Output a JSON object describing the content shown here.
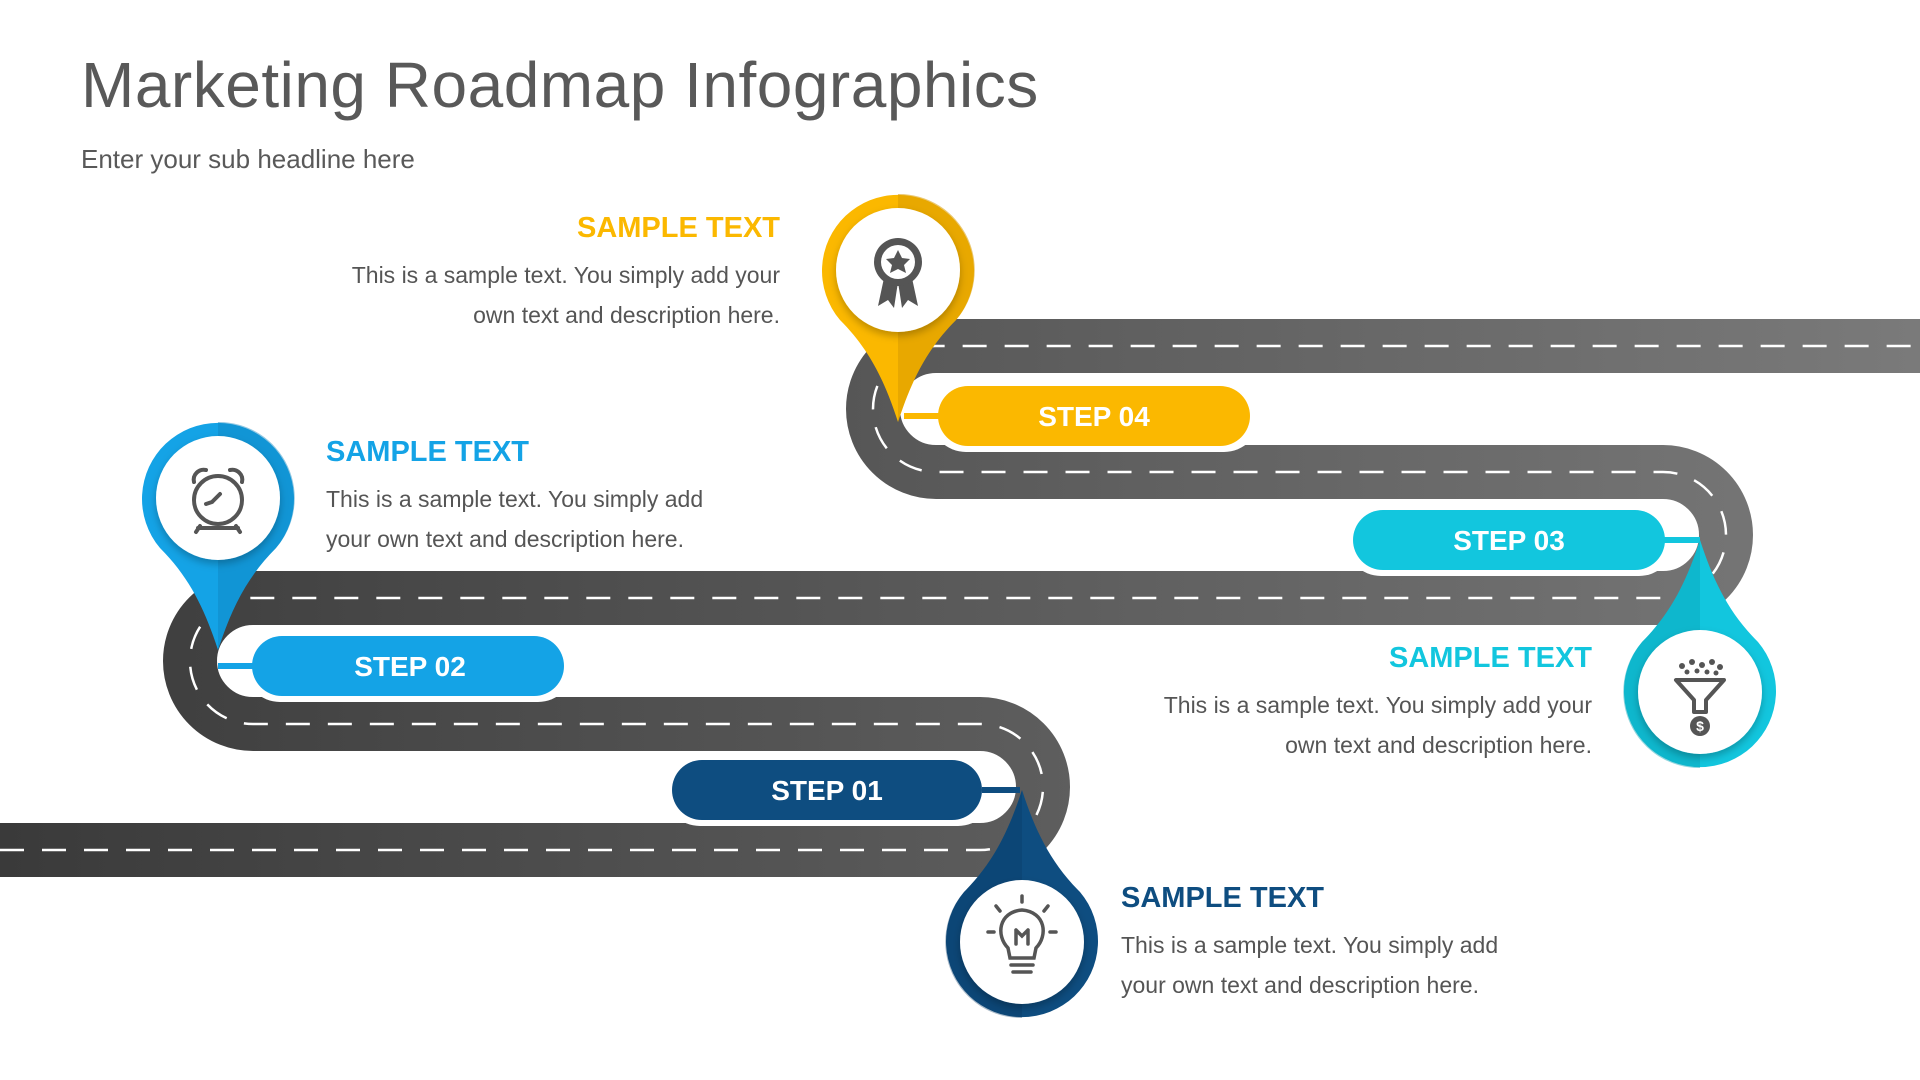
{
  "title": "Marketing Roadmap Infographics",
  "subtitle": "Enter your sub headline here",
  "colors": {
    "road": "#5a5a5a",
    "step1": "#0e4d80",
    "step2": "#14a3e6",
    "step3": "#12c6de",
    "step4": "#fbb800"
  },
  "steps": [
    {
      "label": "STEP 01",
      "heading": "SAMPLE TEXT",
      "body": "This is a sample text. You simply add your own text and description here.",
      "icon": "lightbulb-icon"
    },
    {
      "label": "STEP 02",
      "heading": "SAMPLE TEXT",
      "body": "This is a sample text. You simply add your own text and description here.",
      "icon": "alarm-clock-icon"
    },
    {
      "label": "STEP 03",
      "heading": "SAMPLE TEXT",
      "body": "This is a sample text. You simply add your own text and description here.",
      "icon": "funnel-dollar-icon"
    },
    {
      "label": "STEP 04",
      "heading": "SAMPLE TEXT",
      "body": "This is a sample text. You simply add your own text and description here.",
      "icon": "award-ribbon-icon"
    }
  ]
}
